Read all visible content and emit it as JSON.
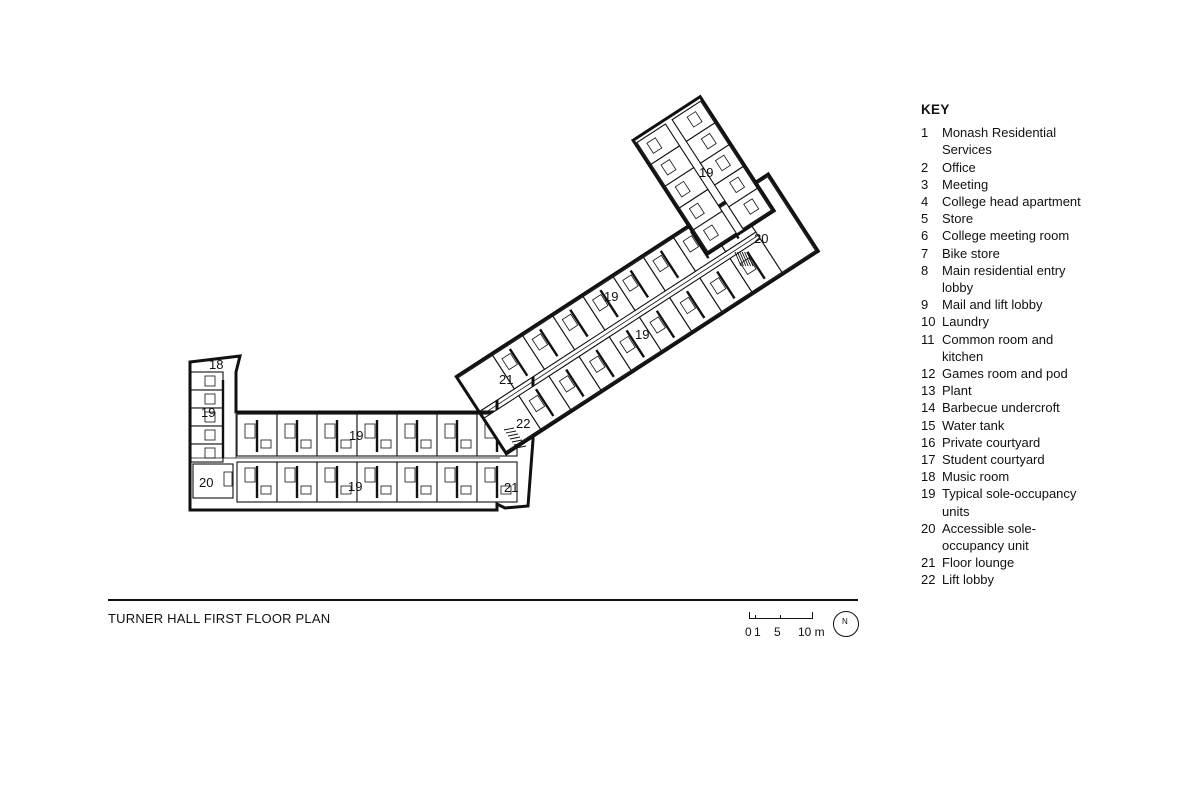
{
  "drawing": {
    "caption": "TURNER HALL FIRST FLOOR PLAN",
    "room_labels": [
      "18",
      "19",
      "20",
      "19",
      "19",
      "21",
      "22",
      "21",
      "19",
      "19",
      "19",
      "20"
    ]
  },
  "key": {
    "title": "KEY",
    "items": [
      {
        "num": "1",
        "text": "Monash Residential Services"
      },
      {
        "num": "2",
        "text": "Office"
      },
      {
        "num": "3",
        "text": "Meeting"
      },
      {
        "num": "4",
        "text": "College head apartment"
      },
      {
        "num": "5",
        "text": "Store"
      },
      {
        "num": "6",
        "text": "College meeting room"
      },
      {
        "num": "7",
        "text": "Bike store"
      },
      {
        "num": "8",
        "text": "Main residential entry lobby"
      },
      {
        "num": "9",
        "text": "Mail and lift lobby"
      },
      {
        "num": "10",
        "text": "Laundry"
      },
      {
        "num": "11",
        "text": "Common room and kitchen"
      },
      {
        "num": "12",
        "text": "Games room and pod"
      },
      {
        "num": "13",
        "text": "Plant"
      },
      {
        "num": "14",
        "text": "Barbecue undercroft"
      },
      {
        "num": "15",
        "text": "Water tank"
      },
      {
        "num": "16",
        "text": "Private courtyard"
      },
      {
        "num": "17",
        "text": "Student courtyard"
      },
      {
        "num": "18",
        "text": "Music room"
      },
      {
        "num": "19",
        "text": "Typical sole-occupancy units"
      },
      {
        "num": "20",
        "text": "Accessible sole-occupancy unit"
      },
      {
        "num": "21",
        "text": "Floor lounge"
      },
      {
        "num": "22",
        "text": "Lift lobby"
      }
    ]
  },
  "scale_bar": {
    "labels": [
      "0",
      "1",
      "5",
      "10 m"
    ]
  },
  "north_arrow": {
    "label": "N"
  }
}
